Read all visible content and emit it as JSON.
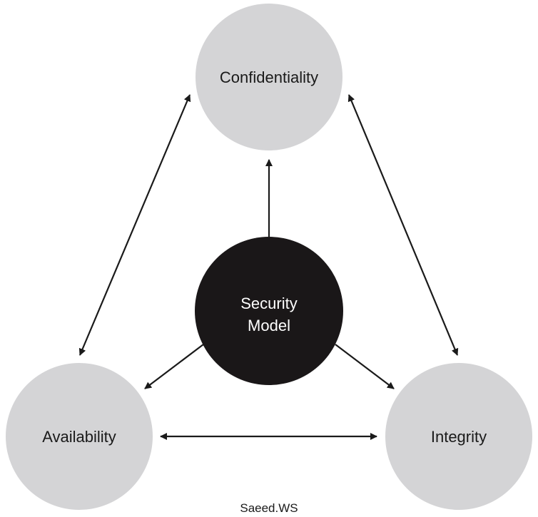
{
  "diagram": {
    "center": {
      "line1": "Security",
      "line2": "Model"
    },
    "nodes": {
      "confidentiality": "Confidentiality",
      "integrity": "Integrity",
      "availability": "Availability"
    },
    "watermark": "Saeed.WS"
  },
  "colors": {
    "node_fill": "#d4d4d6",
    "center_fill": "#1a1718",
    "center_text": "#ffffff",
    "arrow": "#1a1a1a",
    "text": "#1a1a1a"
  }
}
